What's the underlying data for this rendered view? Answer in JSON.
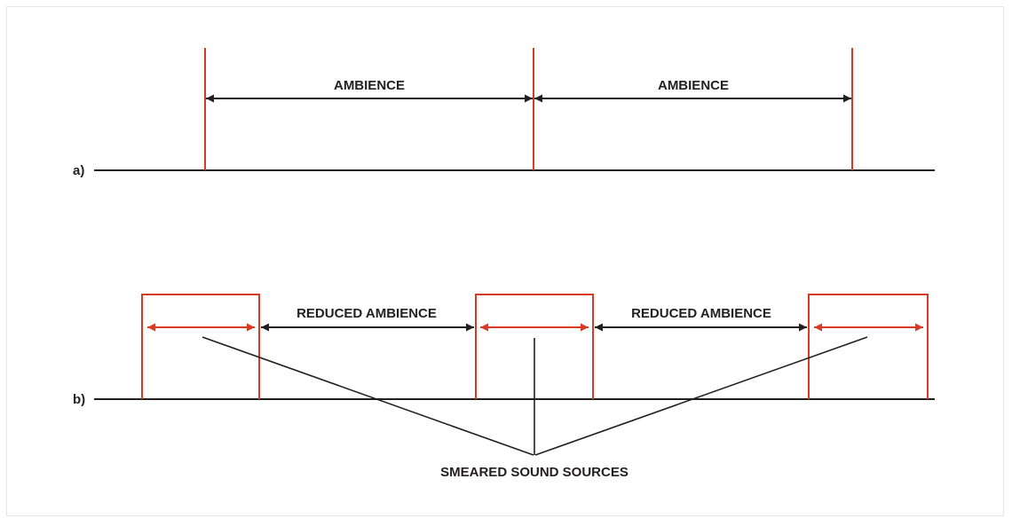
{
  "diagram": {
    "panel_a": {
      "label": "a)",
      "spans": [
        "AMBIENCE",
        "AMBIENCE"
      ]
    },
    "panel_b": {
      "label": "b)",
      "spans": [
        "REDUCED AMBIENCE",
        "REDUCED AMBIENCE"
      ],
      "sources_label": "SMEARED SOUND SOURCES"
    },
    "colors": {
      "source": "#d93a26",
      "line": "#231f20"
    }
  }
}
